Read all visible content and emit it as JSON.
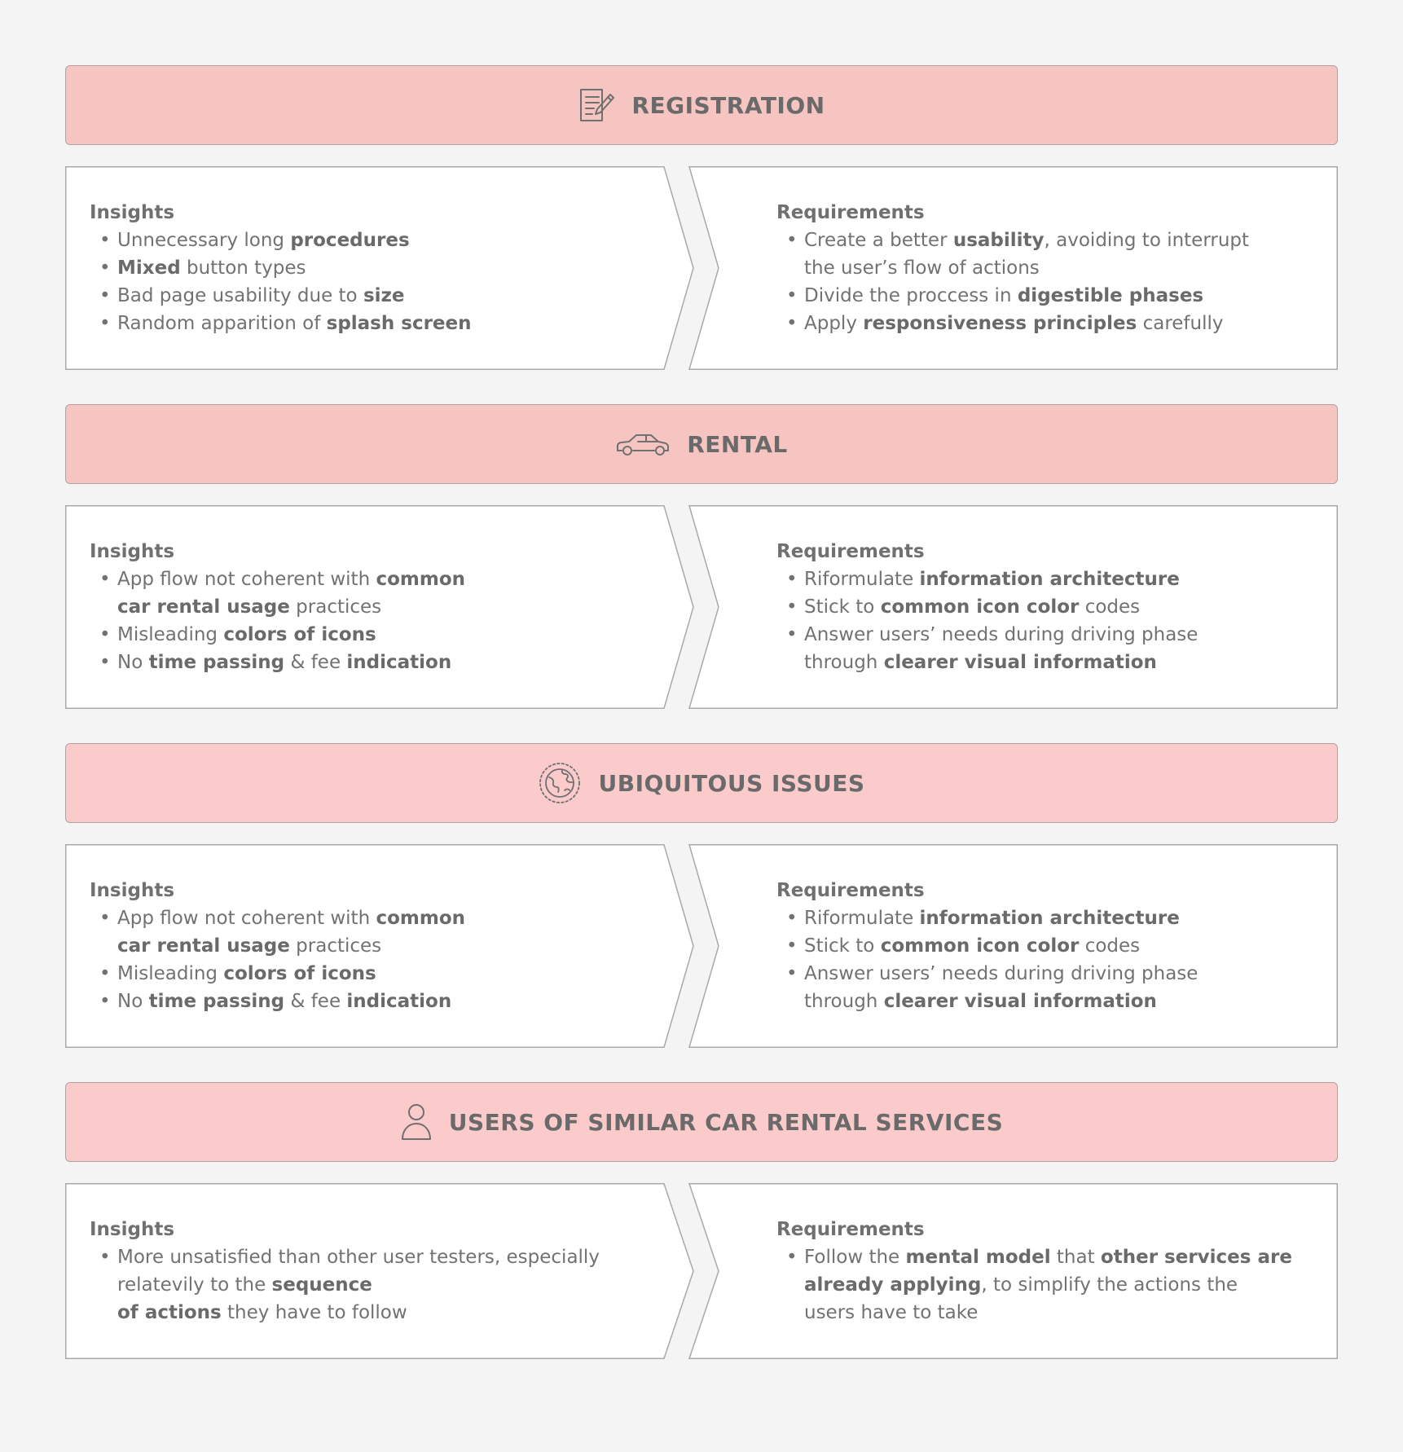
{
  "sections": [
    {
      "title": "REGISTRATION",
      "icon": "document-edit-icon",
      "band_color": "#f6c5c2",
      "insights_title": "Insights",
      "insights": [
        [
          {
            "t": "Unnecessary long "
          },
          {
            "t": "procedures",
            "b": true
          }
        ],
        [
          {
            "t": "Mixed",
            "b": true
          },
          {
            "t": " button types"
          }
        ],
        [
          {
            "t": "Bad page usability due to "
          },
          {
            "t": "size",
            "b": true
          }
        ],
        [
          {
            "t": "Random apparition of "
          },
          {
            "t": "splash screen",
            "b": true
          }
        ]
      ],
      "requirements_title": "Requirements",
      "requirements": [
        [
          {
            "t": "Create a better "
          },
          {
            "t": "usability",
            "b": true
          },
          {
            "t": ", avoiding to interrupt"
          },
          {
            "br": true
          },
          {
            "t": "the user’s flow of actions"
          }
        ],
        [
          {
            "t": "Divide the proccess in "
          },
          {
            "t": "digestible phases",
            "b": true
          }
        ],
        [
          {
            "t": "Apply "
          },
          {
            "t": "responsiveness principles",
            "b": true
          },
          {
            "t": " carefully"
          }
        ]
      ]
    },
    {
      "title": "RENTAL",
      "icon": "car-icon",
      "band_color": "#f6c5c2",
      "insights_title": "Insights",
      "insights": [
        [
          {
            "t": "App flow not coherent with "
          },
          {
            "t": "common",
            "b": true
          },
          {
            "br": true
          },
          {
            "t": "car rental usage",
            "b": true
          },
          {
            "t": " practices"
          }
        ],
        [
          {
            "t": "Misleading "
          },
          {
            "t": "colors of icons",
            "b": true
          }
        ],
        [
          {
            "t": "No "
          },
          {
            "t": "time passing",
            "b": true
          },
          {
            "t": " & fee "
          },
          {
            "t": "indication",
            "b": true
          }
        ]
      ],
      "requirements_title": "Requirements",
      "requirements": [
        [
          {
            "t": "Riformulate "
          },
          {
            "t": "information architecture",
            "b": true
          }
        ],
        [
          {
            "t": "Stick to "
          },
          {
            "t": "common icon color",
            "b": true
          },
          {
            "t": " codes"
          }
        ],
        [
          {
            "t": "Answer users’ needs during driving phase"
          },
          {
            "br": true
          },
          {
            "t": "through "
          },
          {
            "t": "clearer visual information",
            "b": true
          }
        ]
      ]
    },
    {
      "title": "UBIQUITOUS ISSUES",
      "icon": "globe-icon",
      "band_color": "#fbcaca",
      "insights_title": "Insights",
      "insights": [
        [
          {
            "t": "App flow not coherent with "
          },
          {
            "t": "common",
            "b": true
          },
          {
            "br": true
          },
          {
            "t": "car rental usage",
            "b": true
          },
          {
            "t": " practices"
          }
        ],
        [
          {
            "t": "Misleading "
          },
          {
            "t": "colors of icons",
            "b": true
          }
        ],
        [
          {
            "t": "No "
          },
          {
            "t": "time passing",
            "b": true
          },
          {
            "t": " & fee "
          },
          {
            "t": "indication",
            "b": true
          }
        ]
      ],
      "requirements_title": "Requirements",
      "requirements": [
        [
          {
            "t": "Riformulate "
          },
          {
            "t": "information architecture",
            "b": true
          }
        ],
        [
          {
            "t": "Stick to "
          },
          {
            "t": "common icon color",
            "b": true
          },
          {
            "t": " codes"
          }
        ],
        [
          {
            "t": "Answer users’ needs during driving phase"
          },
          {
            "br": true
          },
          {
            "t": "through "
          },
          {
            "t": "clearer visual information",
            "b": true
          }
        ]
      ]
    },
    {
      "title": "USERS OF SIMILAR CAR RENTAL SERVICES",
      "icon": "user-icon",
      "band_color": "#fbcaca",
      "insights_title": "Insights",
      "insights": [
        [
          {
            "t": "More unsatisfied than other user testers, especially"
          },
          {
            "br": true
          },
          {
            "t": "relatevily to the "
          },
          {
            "t": "sequence",
            "b": true
          },
          {
            "br": true
          },
          {
            "t": "of actions",
            "b": true
          },
          {
            "t": " they have to follow"
          }
        ]
      ],
      "requirements_title": "Requirements",
      "requirements": [
        [
          {
            "t": "Follow the "
          },
          {
            "t": "mental model",
            "b": true
          },
          {
            "t": " that "
          },
          {
            "t": "other services are",
            "b": true
          },
          {
            "br": true
          },
          {
            "t": "already applying",
            "b": true
          },
          {
            "t": ", to simplify the actions the"
          },
          {
            "br": true
          },
          {
            "t": "users have to take"
          }
        ]
      ]
    }
  ]
}
